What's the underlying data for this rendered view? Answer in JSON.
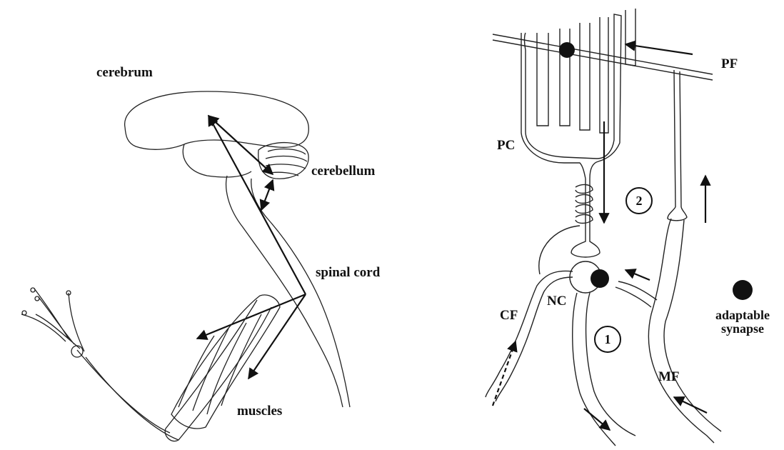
{
  "left_panel": {
    "cerebrum_label": "cerebrum",
    "cerebellum_label": "cerebellum",
    "spinal_cord_label": "spinal cord",
    "muscles_label": "muscles"
  },
  "right_panel": {
    "pf_label": "PF",
    "pc_label": "PC",
    "nc_label": "NC",
    "cf_label": "CF",
    "mf_label": "MF",
    "pathway_1": "1",
    "pathway_2": "2"
  },
  "legend": {
    "line1": "adaptable",
    "line2": "synapse"
  },
  "colors": {
    "ink": "#111111",
    "background": "#ffffff"
  }
}
